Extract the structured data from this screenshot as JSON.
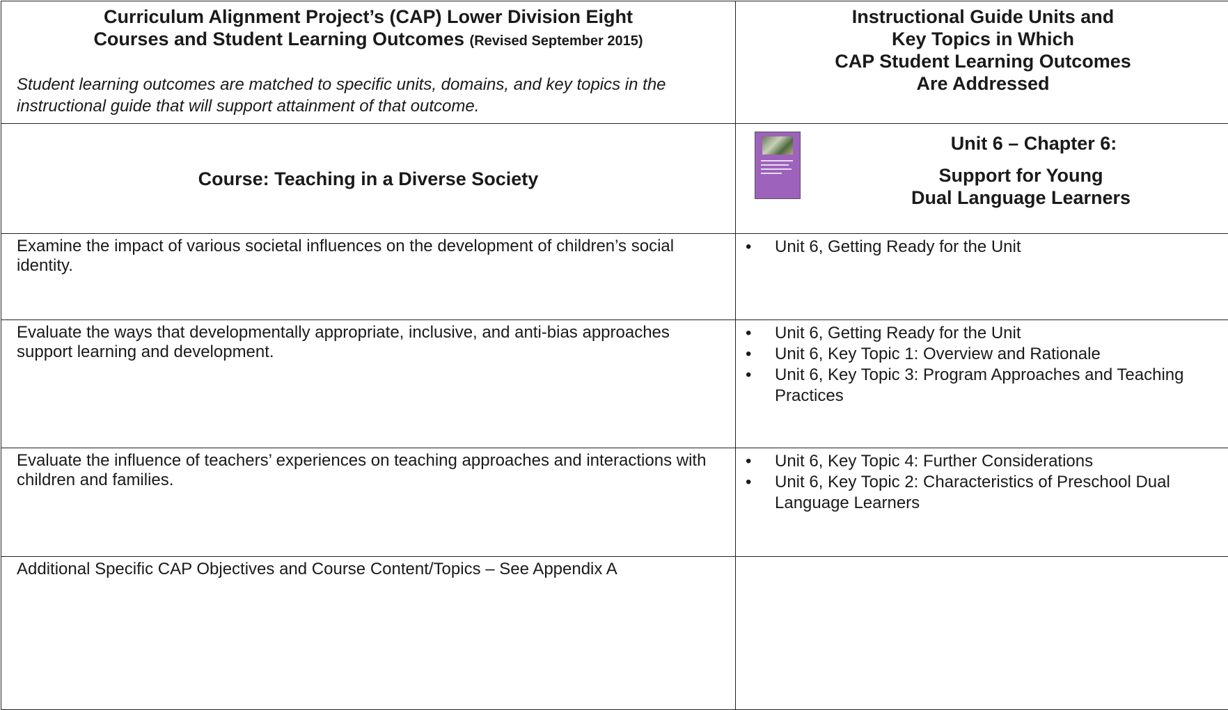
{
  "header": {
    "left_title_line1": "Curriculum Alignment Project’s (CAP) Lower Division Eight",
    "left_title_line2": "Courses and Student Learning Outcomes",
    "left_title_revised": "(Revised September 2015)",
    "left_subtitle": "Student learning outcomes are matched to specific units, domains, and key topics in the instructional guide that will support attainment of that outcome.",
    "right_title_lines": [
      "Instructional Guide Units and",
      "Key Topics in Which",
      "CAP Student Learning Outcomes",
      "Are Addressed"
    ]
  },
  "course": {
    "label": "Course:  Teaching in a Diverse Society",
    "unit_title_line1": "Unit 6 – Chapter 6:",
    "unit_title_line2": "Support for Young",
    "unit_title_line3": "Dual Language Learners"
  },
  "rows": [
    {
      "outcome": "Examine the impact of various societal influences on the development of children’s social identity.",
      "topics": [
        "Unit 6, Getting Ready for the Unit"
      ]
    },
    {
      "outcome": "Evaluate the ways that developmentally appropriate, inclusive, and anti-bias approaches support learning and development.",
      "topics": [
        "Unit 6, Getting Ready for the Unit",
        "Unit 6, Key Topic 1: Overview and Rationale",
        "Unit 6, Key Topic 3: Program Approaches and Teaching Practices"
      ]
    },
    {
      "outcome": "Evaluate the influence of teachers’ experiences on teaching approaches and interactions with children and families.",
      "topics": [
        "Unit 6, Key Topic 4: Further Considerations",
        "Unit 6, Key Topic 2: Characteristics of Preschool Dual Language Learners"
      ]
    },
    {
      "outcome": "Additional Specific CAP Objectives and Course Content/Topics – See Appendix A",
      "topics": []
    }
  ]
}
